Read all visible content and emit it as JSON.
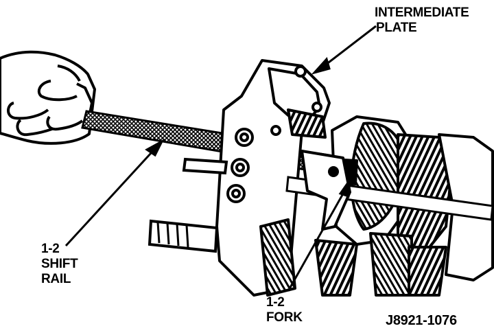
{
  "labels": {
    "intermediate_plate": [
      "INTERMEDIATE",
      "PLATE"
    ],
    "shift_rail": [
      "1-2",
      "SHIFT",
      "RAIL"
    ],
    "fork": [
      "1-2",
      "FORK"
    ],
    "figure_code": "J8921-1076"
  },
  "colors": {
    "ink": "#000000",
    "paper": "#ffffff"
  }
}
